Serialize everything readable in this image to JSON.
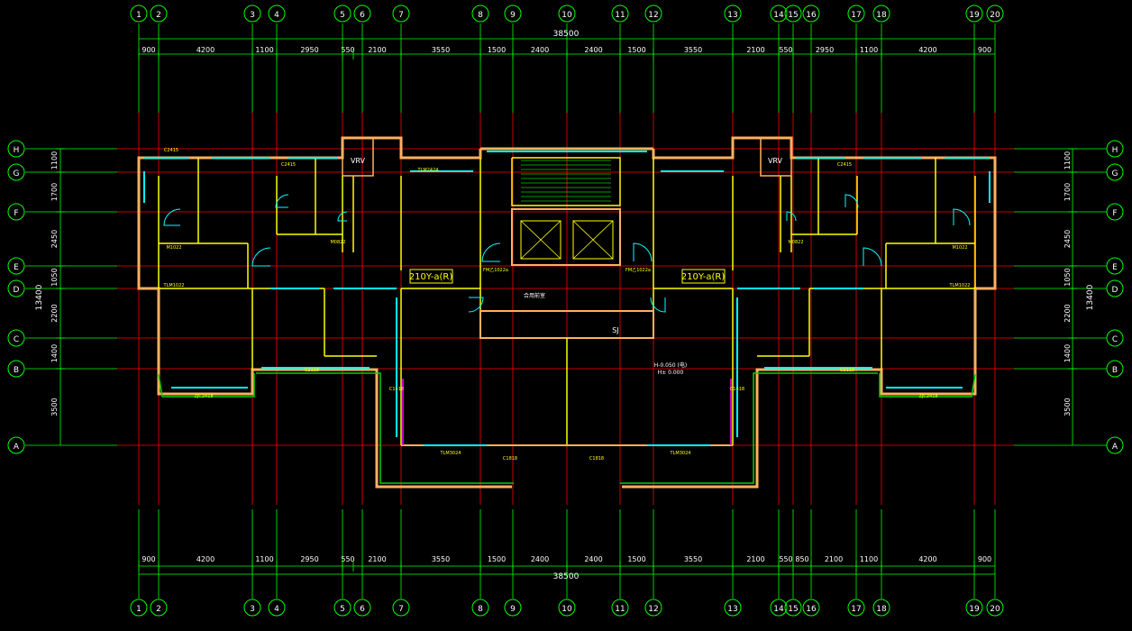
{
  "colors": {
    "background": "#000000",
    "grid_line": "#ff0000",
    "dimension": "#00ff00",
    "dim_text": "#ffffff",
    "wall_outer": "#ffb060",
    "wall_inner": "#ffff00",
    "window": "#00ffff",
    "green_line": "#00d000",
    "magenta": "#ff00ff",
    "room_text": "#ffffff",
    "tag_text": "#ffff00"
  },
  "column_axes": [
    "1",
    "2",
    "3",
    "4",
    "5",
    "6",
    "7",
    "8",
    "9",
    "10",
    "11",
    "12",
    "13",
    "14",
    "15",
    "16",
    "17",
    "18",
    "19",
    "20"
  ],
  "row_axes": [
    "H",
    "G",
    "F",
    "E",
    "D",
    "C",
    "B",
    "A"
  ],
  "top_dims": {
    "overall": "38500",
    "segments": [
      "900",
      "4200",
      "1100",
      "2950",
      "550",
      "2100",
      "3550",
      "1500",
      "2400",
      "2400",
      "1500",
      "3550",
      "2100",
      "550",
      "2950",
      "1100",
      "4200",
      "900"
    ]
  },
  "bottom_dims": {
    "overall": "38500",
    "segments": [
      "900",
      "4200",
      "1100",
      "2950",
      "550",
      "2100",
      "3550",
      "1500",
      "2400",
      "2400",
      "1500",
      "3550",
      "2100",
      "550",
      "850",
      "2100",
      "1100",
      "4200",
      "900"
    ]
  },
  "side_dims": {
    "overall": "13400",
    "segments": [
      "1100",
      "1700",
      "2450",
      "1050",
      "2200",
      "1400",
      "3500"
    ]
  },
  "unit_tags": [
    "210Y-a(R)",
    "210Y-a(R)"
  ],
  "labels": {
    "vrv": "VRV",
    "lobby": "合用前室",
    "level_note": "H-0.050 (电)",
    "level_note2": "H± 0.000",
    "sj": "SJ",
    "tags": [
      "C2415",
      "TLM2424",
      "TLM3024",
      "C1818",
      "C1818",
      "TLM3024",
      "C2118",
      "C2118",
      "ZJC2418",
      "ZJC2418",
      "M1022",
      "M1022",
      "FM乙1022a",
      "FM乙1022a",
      "C2415",
      "C2415",
      "TLM1022",
      "TLM1022",
      "M0822",
      "M0822",
      "C1418",
      "C1418"
    ]
  }
}
